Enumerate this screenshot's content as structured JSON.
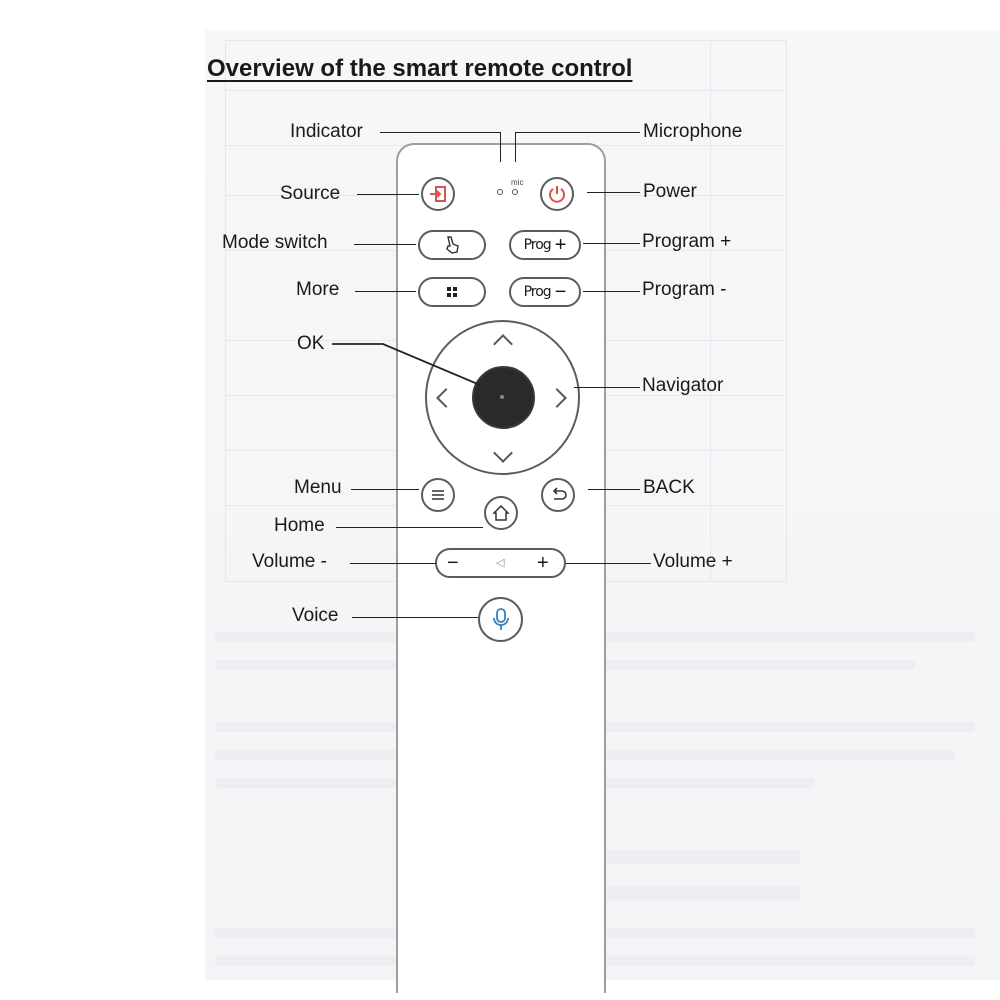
{
  "title": "Overview of the smart remote control",
  "labels": {
    "indicator": "Indicator",
    "microphone": "Microphone",
    "source": "Source",
    "power": "Power",
    "mode_switch": "Mode switch",
    "program_plus": "Program +",
    "more": "More",
    "program_minus": "Program -",
    "ok": "OK",
    "navigator": "Navigator",
    "menu": "Menu",
    "back": "BACK",
    "home": "Home",
    "volume_minus": "Volume -",
    "volume_plus": "Volume +",
    "voice": "Voice"
  },
  "remote": {
    "mic_text": "mic",
    "prog_text": "Prog",
    "icons": {
      "source": "input-source-icon",
      "power": "power-icon",
      "mode_switch": "pointer-hand-icon",
      "more": "four-dots-icon",
      "menu": "hamburger-menu-icon",
      "home": "home-icon",
      "back": "back-arrow-icon",
      "voice": "microphone-icon",
      "volume": "speaker-icon"
    },
    "accent_color": "#d9534f",
    "voice_color": "#3b7fb8"
  }
}
